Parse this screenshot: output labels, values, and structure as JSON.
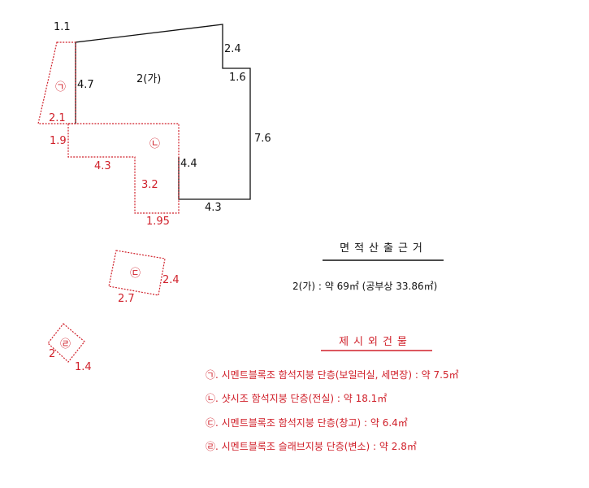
{
  "plan": {
    "main_building_label": "2(가)",
    "dims_black": [
      "1.1",
      "2.4",
      "1.6",
      "4.7",
      "7.6",
      "4.4",
      "4.3"
    ],
    "dims_red": [
      "2.1",
      "1.9",
      "4.3",
      "3.2",
      "1.95",
      "2.4",
      "2.7",
      "2",
      "1.4"
    ],
    "markers": [
      "㉠",
      "㉡",
      "㉢",
      "㉣"
    ]
  },
  "area_calc": {
    "title": "면적산출근거",
    "line": "2(가) : 약 69㎡ (공부상 33.86㎡)"
  },
  "excluded_buildings": {
    "title": "제시외건물",
    "items": [
      "㉠. 시멘트블록조 함석지붕 단층(보일러실, 세면장) : 약 7.5㎡",
      "㉡. 샷시조 함석지붕 단층(전실) : 약 18.1㎡",
      "㉢. 시멘트블록조 함석지붕 단층(창고) : 약 6.4㎡",
      "㉣. 시멘트블록조 슬래브지붕 단층(변소) : 약 2.8㎡"
    ]
  },
  "colors": {
    "main_outline": "#111111",
    "excluded_outline": "#d0202a"
  }
}
